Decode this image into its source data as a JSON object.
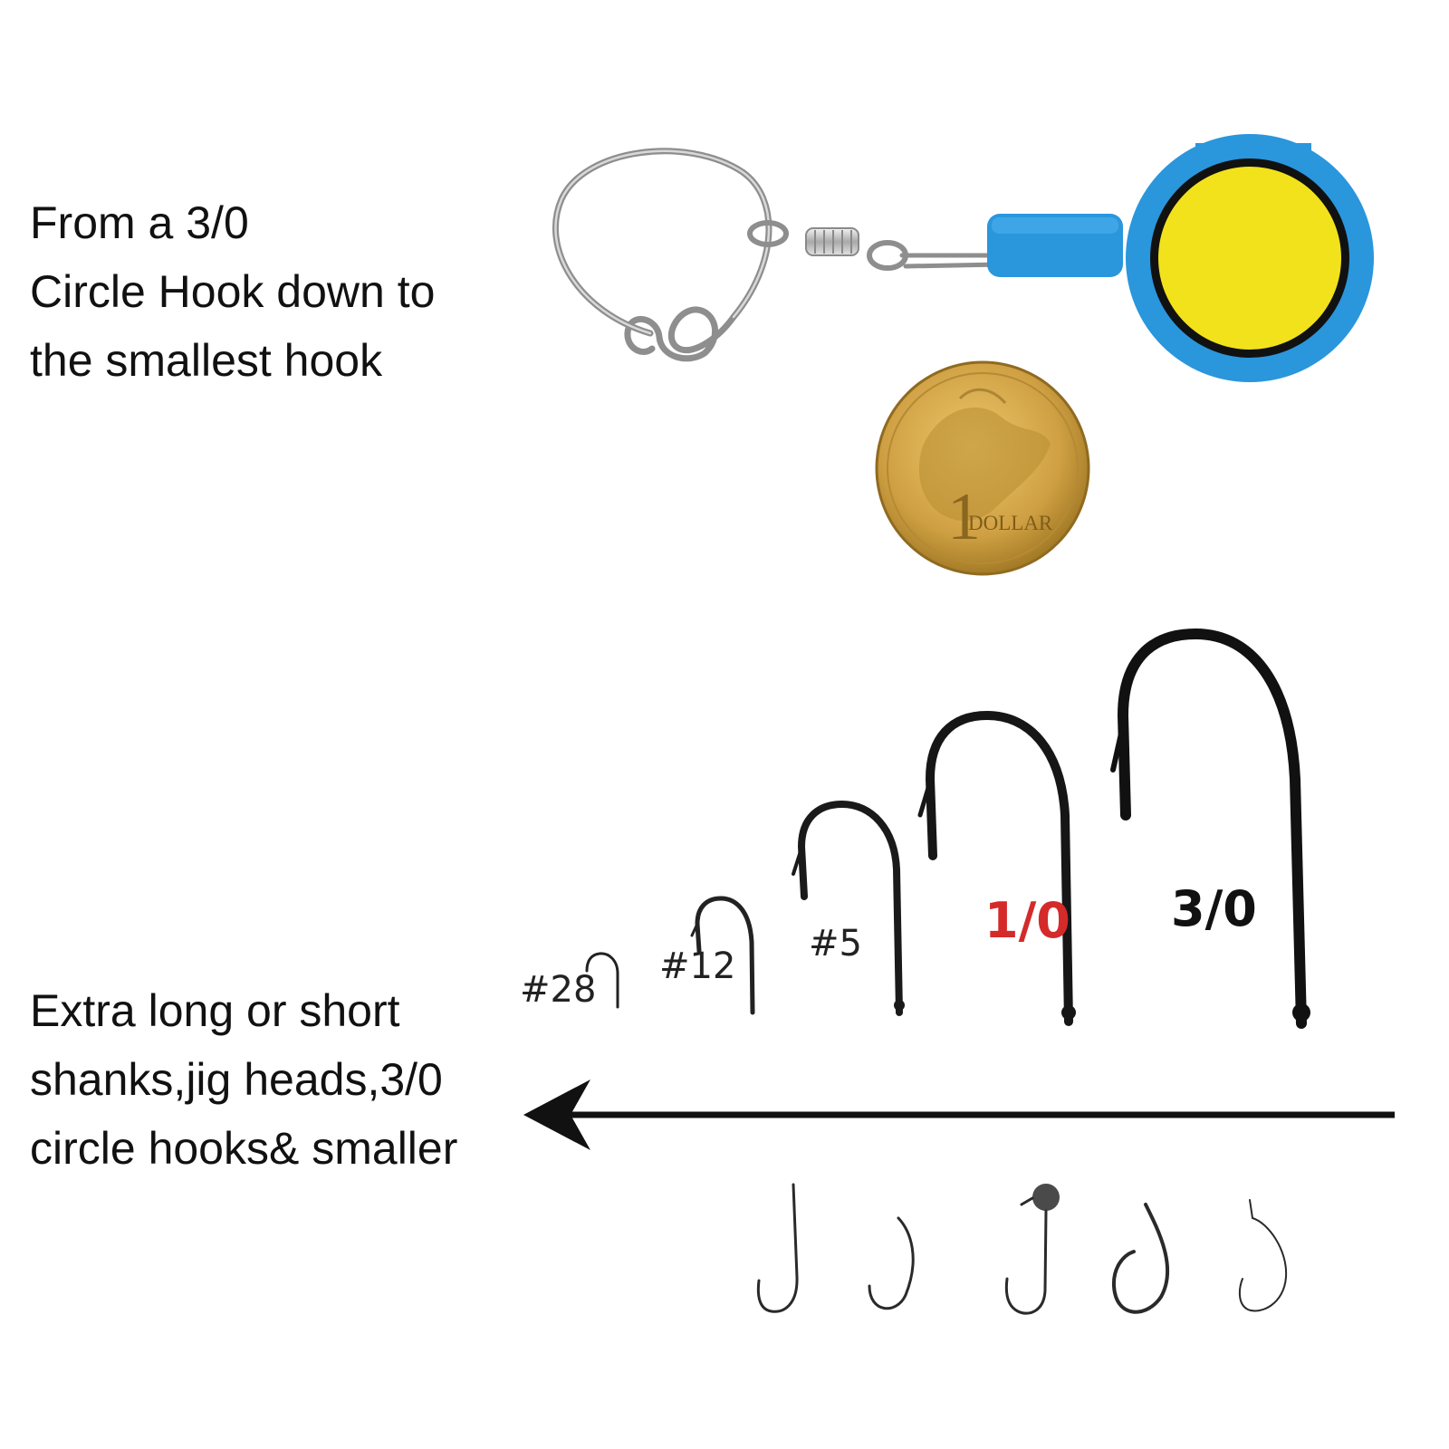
{
  "caption_top": {
    "lines": [
      "From a 3/0",
      "Circle Hook down to",
      "the smallest hook"
    ]
  },
  "caption_bottom": {
    "lines": [
      "Extra long or short",
      "shanks,jig heads,3/0",
      "circle hooks& smaller"
    ]
  },
  "coin": {
    "inscription": "DOLLAR",
    "denomination": "1"
  },
  "hook_sizes": [
    {
      "label": "#28",
      "color": "#222222"
    },
    {
      "label": "#12",
      "color": "#222222"
    },
    {
      "label": "#5",
      "color": "#222222"
    },
    {
      "label": "1/0",
      "color": "#d42a2a"
    },
    {
      "label": "3/0",
      "color": "#111111"
    }
  ],
  "hook_types": [
    "long-shank-hook-icon",
    "short-shank-hook-icon",
    "jig-head-hook-icon",
    "circle-hook-icon",
    "offset-hook-icon"
  ],
  "colors": {
    "tool_body": "#2a96dc",
    "magnet_face": "#f2e21b",
    "coin_gold": "#cfa043"
  }
}
